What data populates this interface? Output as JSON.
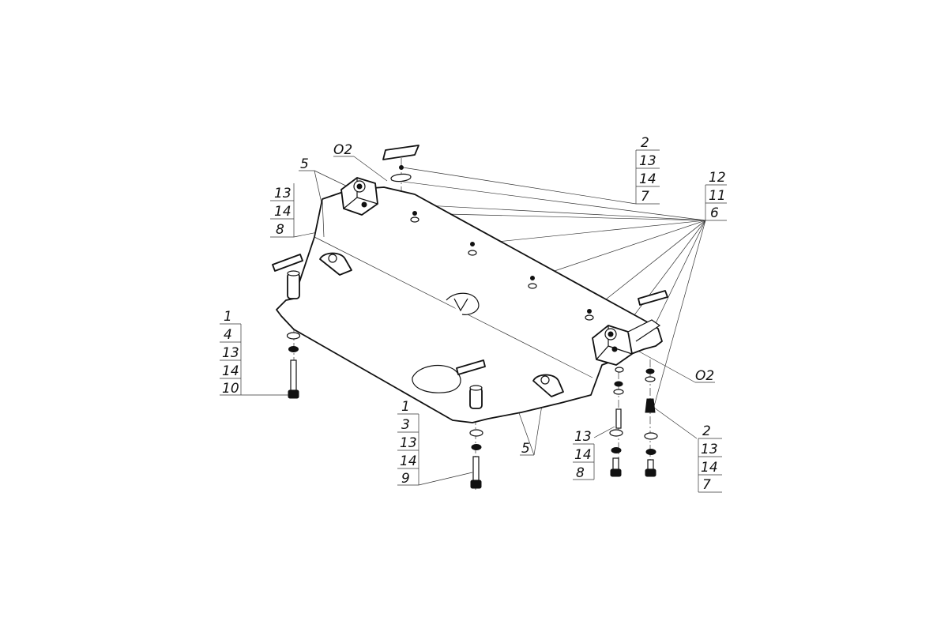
{
  "callouts": {
    "top_center_o2": "O2",
    "top_center_5": "5",
    "left_upper": [
      "13",
      "14",
      "8"
    ],
    "left_lower": [
      "1",
      "4",
      "13",
      "14",
      "10"
    ],
    "bottom_center": [
      "1",
      "3",
      "13",
      "14",
      "9"
    ],
    "bottom_center_5": "5",
    "bottom_right": [
      "13",
      "14",
      "8"
    ],
    "right_o2": "O2",
    "right_lower": [
      "2",
      "13",
      "14",
      "7"
    ],
    "top_right": [
      "2",
      "13",
      "14",
      "7"
    ],
    "far_right": [
      "12",
      "11",
      "6"
    ]
  }
}
